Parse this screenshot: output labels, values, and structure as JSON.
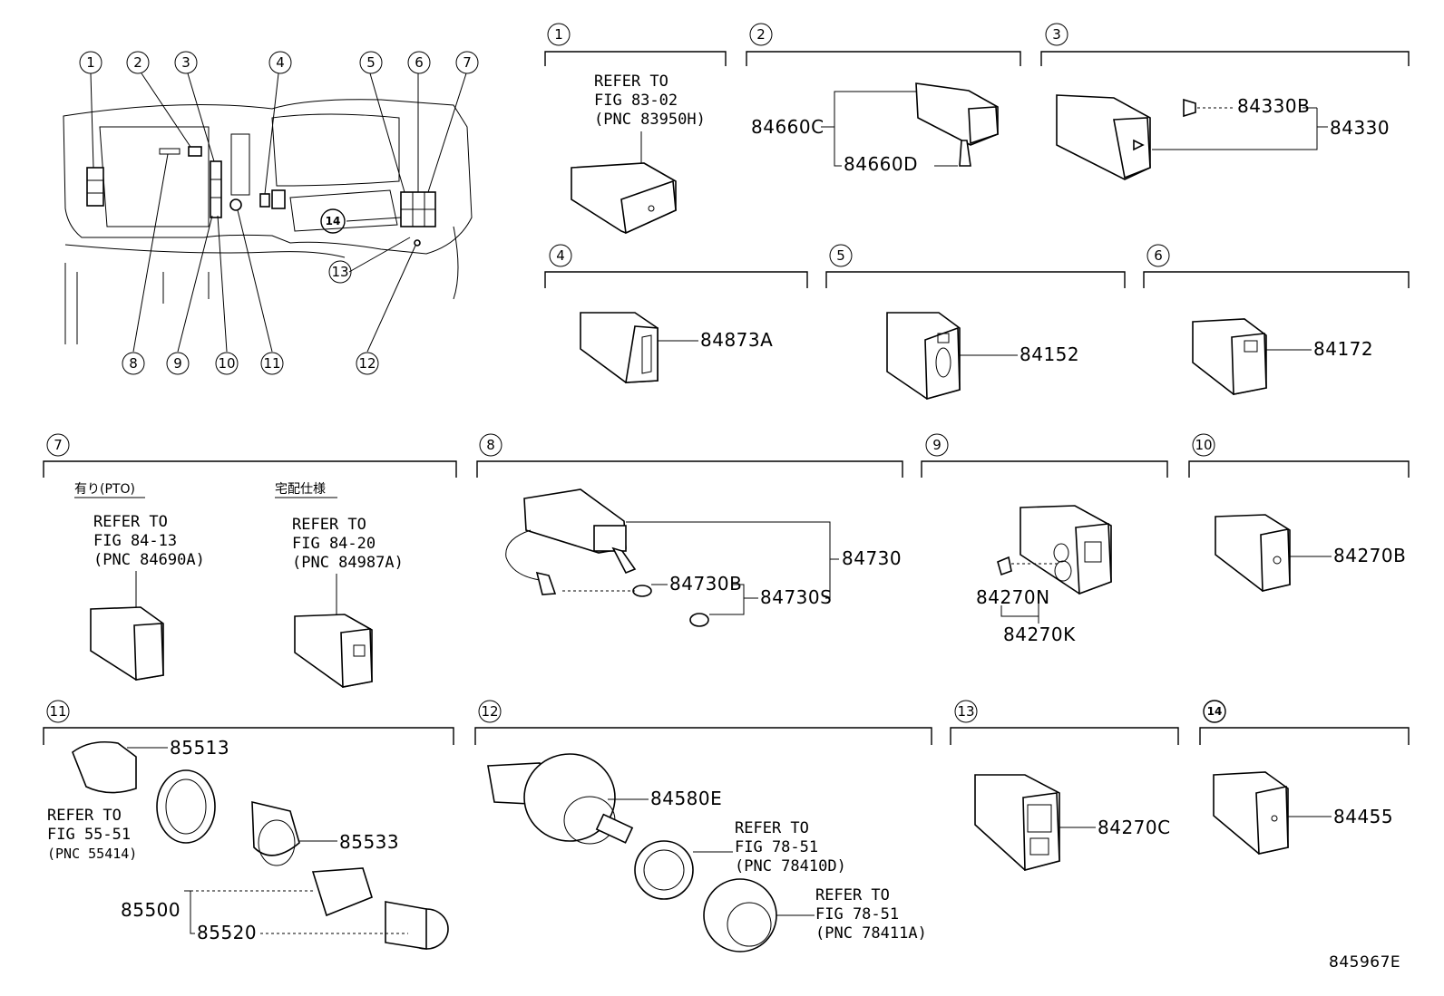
{
  "diagram_code": "845967E",
  "overview": {
    "callouts": [
      "1",
      "2",
      "3",
      "4",
      "5",
      "6",
      "7",
      "8",
      "9",
      "10",
      "11",
      "12",
      "13",
      "14"
    ]
  },
  "sections": [
    {
      "num": "1",
      "refer": [
        "REFER TO",
        "FIG 83-02",
        "(PNC 83950H)"
      ]
    },
    {
      "num": "2",
      "parts": [
        "84660C",
        "84660D"
      ]
    },
    {
      "num": "3",
      "parts": [
        "84330B",
        "84330"
      ]
    },
    {
      "num": "4",
      "parts": [
        "84873A"
      ]
    },
    {
      "num": "5",
      "parts": [
        "84152"
      ]
    },
    {
      "num": "6",
      "parts": [
        "84172"
      ]
    },
    {
      "num": "7",
      "variants": [
        {
          "label": "有り(PTO)",
          "refer": [
            "REFER TO",
            "FIG 84-13",
            "(PNC 84690A)"
          ]
        },
        {
          "label": "宅配仕様",
          "refer": [
            "REFER TO",
            "FIG 84-20",
            "(PNC 84987A)"
          ]
        }
      ]
    },
    {
      "num": "8",
      "parts": [
        "84730",
        "84730B",
        "84730S"
      ]
    },
    {
      "num": "9",
      "parts": [
        "84270N",
        "84270K"
      ]
    },
    {
      "num": "10",
      "parts": [
        "84270B"
      ]
    },
    {
      "num": "11",
      "parts": [
        "85513",
        "85533",
        "85500",
        "85520"
      ],
      "refer": [
        "REFER TO",
        "FIG 55-51",
        "(PNC 55414)"
      ]
    },
    {
      "num": "12",
      "parts": [
        "84580E"
      ],
      "refer_a": [
        "REFER TO",
        "FIG 78-51",
        "(PNC 78410D)"
      ],
      "refer_b": [
        "REFER TO",
        "FIG 78-51",
        "(PNC 78411A)"
      ]
    },
    {
      "num": "13",
      "parts": [
        "84270C"
      ]
    },
    {
      "num": "14",
      "parts": [
        "84455"
      ]
    }
  ]
}
